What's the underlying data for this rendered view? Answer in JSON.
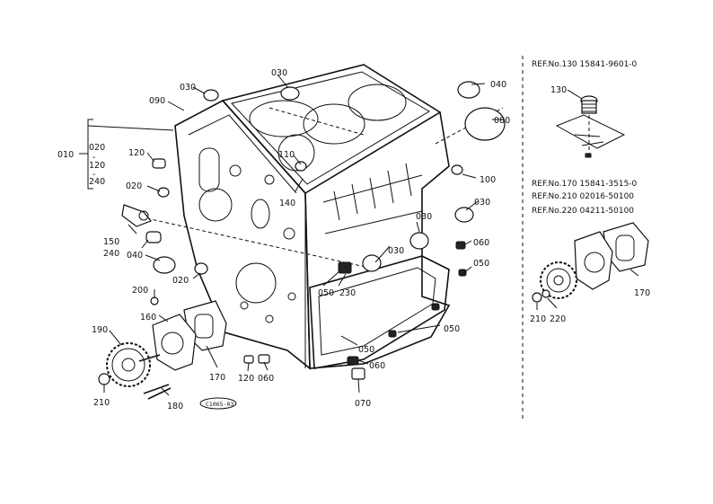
{
  "diagram": {
    "callouts": {
      "c010": "010",
      "c020a": "020",
      "c120a": "120",
      "c240a": "240",
      "c030_top": "030",
      "c090": "090",
      "c030_top2": "030",
      "c040_tr": "040",
      "c080": "080",
      "c120b": "120",
      "c110": "110",
      "c100": "100",
      "c020b": "020",
      "c140": "140",
      "c030_r": "030",
      "c030_m": "030",
      "c150": "150",
      "c240b": "240",
      "c030_l": "030",
      "c060_r": "060",
      "c040_l": "040",
      "c050_r": "050",
      "c020c": "020",
      "c200": "200",
      "c050_m": "050",
      "c230": "230",
      "c160": "160",
      "c190": "190",
      "c050_b": "050",
      "c050_rb": "050",
      "c170": "170",
      "c060_b": "060",
      "c120c": "120",
      "c060_c": "060",
      "c210": "210",
      "c180": "180",
      "c070": "070",
      "code": "C1065-03"
    },
    "refs": {
      "ref130": "REF.No.130  15841-9601-0",
      "ref170": "REF.No.170  15841-3515-0",
      "ref210": "REF.No.210  02016-50100",
      "ref220": "REF.No.220  04211-50100"
    },
    "inset": {
      "c130": "130",
      "c170": "170",
      "c210": "210",
      "c220": "220"
    }
  }
}
